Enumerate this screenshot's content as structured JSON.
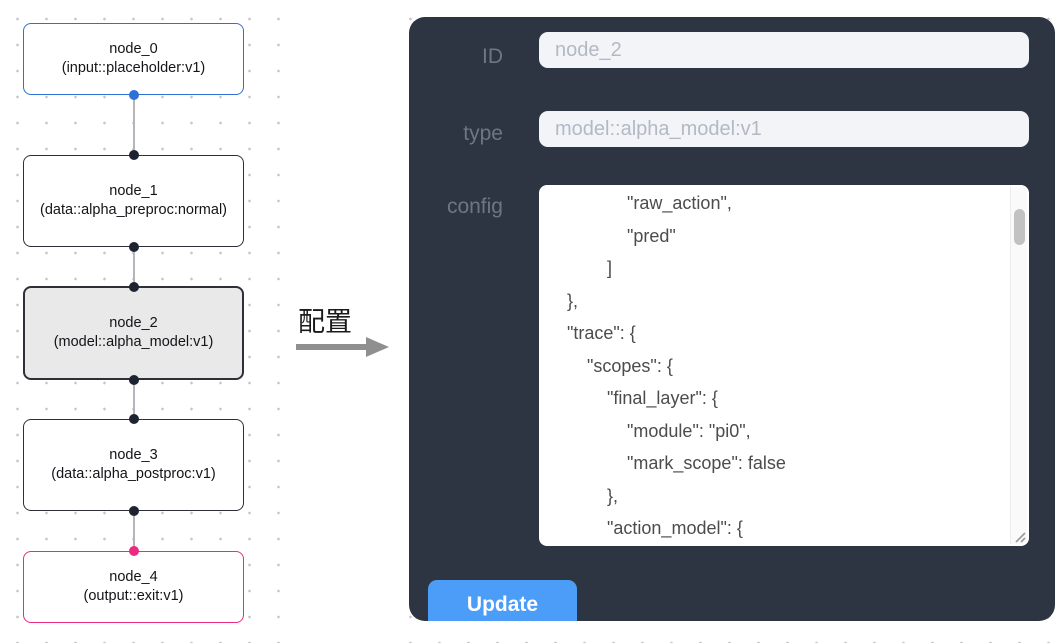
{
  "flow": {
    "nodes": [
      {
        "title": "node_0",
        "subtitle": "(input::placeholder:v1)"
      },
      {
        "title": "node_1",
        "subtitle": "(data::alpha_preproc:normal)"
      },
      {
        "title": "node_2",
        "subtitle": "(model::alpha_model:v1)"
      },
      {
        "title": "node_3",
        "subtitle": "(data::alpha_postproc:v1)"
      },
      {
        "title": "node_4",
        "subtitle": "(output::exit:v1)"
      }
    ],
    "colors": {
      "input_accent": "#2f6fd6",
      "output_accent": "#ec2a80",
      "default_border": "#2f2f38",
      "selected_bg": "#e9e9e9",
      "edge": "#b5b5bb"
    }
  },
  "annotation": {
    "label": "配置"
  },
  "panel": {
    "bg": "#2d3542",
    "accent": "#4b9df7",
    "id_field": {
      "label": "ID",
      "value": "node_2"
    },
    "type_field": {
      "label": "type",
      "value": "model::alpha_model:v1"
    },
    "config_field": {
      "label": "config",
      "value": "                \"raw_action\",\n                \"pred\"\n            ]\n    },\n    \"trace\": {\n        \"scopes\": {\n            \"final_layer\": {\n                \"module\": \"pi0\",\n                \"mark_scope\": false\n            },\n            \"action_model\": {"
    },
    "update_label": "Update"
  }
}
